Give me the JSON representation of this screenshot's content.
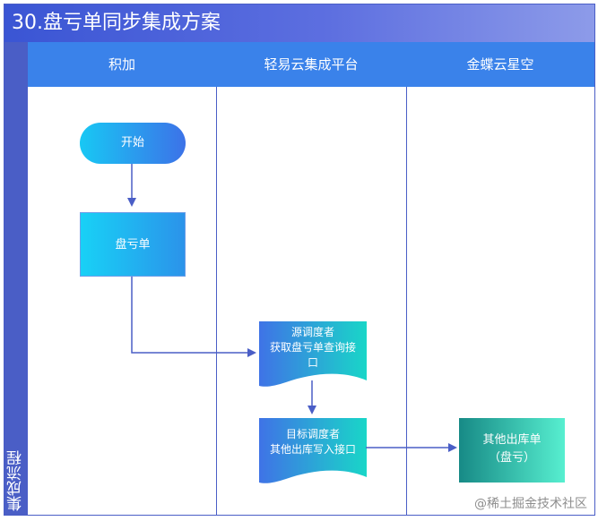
{
  "title": "30.盘亏单同步集成方案",
  "sidebar": {
    "label": "集成流程"
  },
  "lanes": [
    {
      "label": "积加"
    },
    {
      "label": "轻易云集成平台"
    },
    {
      "label": "金蝶云星空"
    }
  ],
  "nodes": {
    "start": {
      "label": "开始"
    },
    "inventory_loss": {
      "label": "盘亏单"
    },
    "source_scheduler": {
      "lines": [
        "源调度者",
        "获取盘亏单查询接",
        "口"
      ]
    },
    "target_scheduler": {
      "lines": [
        "目标调度者",
        "其他出库写入接口"
      ]
    },
    "other_outbound": {
      "lines": [
        "其他出库单",
        "（盘亏）"
      ]
    }
  },
  "watermark": "@稀土掘金技术社区",
  "colors": {
    "frame": "#4a5ec6",
    "lane_header": "#3a82ea",
    "connector": "#4a5ec6"
  }
}
